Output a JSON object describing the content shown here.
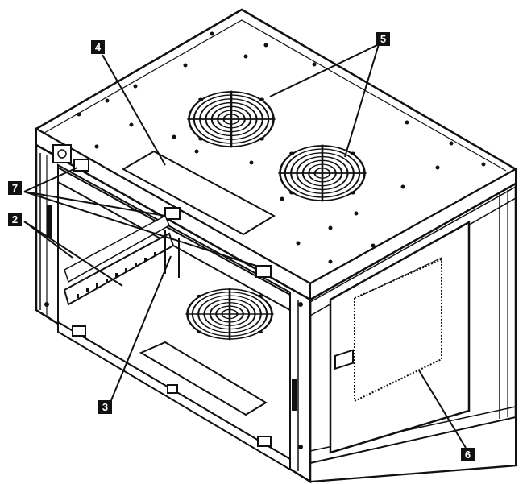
{
  "diagram": {
    "callouts": [
      {
        "id": "c4",
        "label": "4"
      },
      {
        "id": "c5",
        "label": "5"
      },
      {
        "id": "c7",
        "label": "7"
      },
      {
        "id": "c2",
        "label": "2"
      },
      {
        "id": "c3",
        "label": "3"
      },
      {
        "id": "c6",
        "label": "6"
      }
    ]
  }
}
